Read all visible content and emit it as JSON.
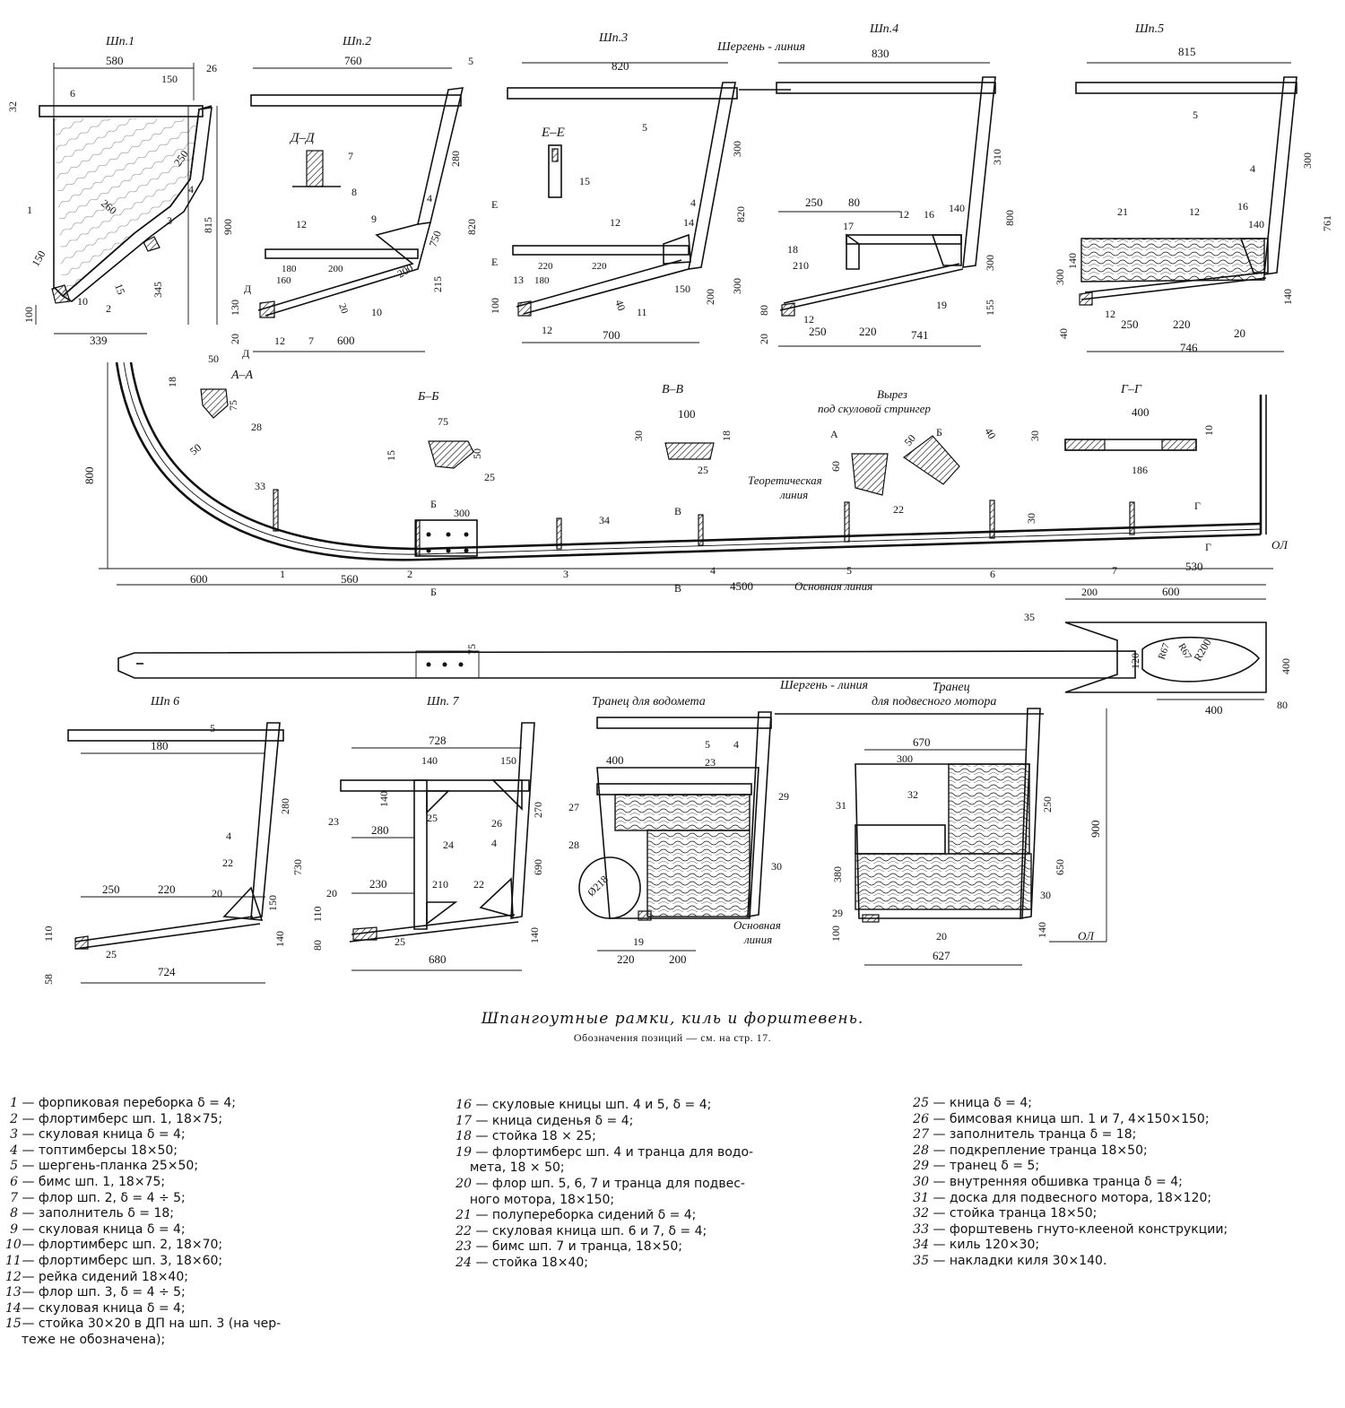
{
  "frames_top": {
    "f1": {
      "title": "Шп.1",
      "dims": [
        "580",
        "150",
        "26",
        "6",
        "32",
        "1",
        "260",
        "250",
        "3",
        "4",
        "815",
        "900",
        "150",
        "10",
        "15",
        "2",
        "345",
        "100",
        "339"
      ]
    },
    "f2": {
      "title": "Шп.2",
      "dims": [
        "760",
        "5",
        "Д–Д",
        "7",
        "8",
        "280",
        "4",
        "820",
        "12",
        "9",
        "750",
        "200",
        "180",
        "160",
        "200",
        "20",
        "10",
        "215",
        "130",
        "20",
        "Д",
        "Д",
        "12",
        "7",
        "600"
      ]
    },
    "f3": {
      "title": "Шп.3",
      "dims": [
        "820",
        "5",
        "Е–Е",
        "15",
        "Е",
        "Е",
        "300",
        "820",
        "4",
        "12",
        "14",
        "220",
        "180",
        "220",
        "13",
        "40",
        "11",
        "150",
        "200",
        "300",
        "100",
        "12",
        "700"
      ]
    },
    "f4": {
      "title": "Шп.4",
      "dims": [
        "830",
        "310",
        "800",
        "250",
        "80",
        "12",
        "16",
        "140",
        "17",
        "18",
        "210",
        "300",
        "155",
        "19",
        "80",
        "20",
        "12",
        "250",
        "220",
        "741"
      ]
    },
    "f5": {
      "title": "Шп.5",
      "dims": [
        "815",
        "5",
        "4",
        "300",
        "761",
        "21",
        "12",
        "16",
        "140",
        "300",
        "140",
        "140",
        "12",
        "250",
        "220",
        "20",
        "40",
        "746"
      ]
    }
  },
  "sherg": "Шергень - линия",
  "keel": {
    "labels": {
      "aa": "А–А",
      "bb": "Б–Б",
      "vv": "В–В",
      "gg": "Г–Г",
      "cut1": "Вырез",
      "cut2": "под скуловой стрингер",
      "theo1": "Теоретическая",
      "theo2": "линия",
      "base": "Основная линия",
      "ol": "ОЛ"
    },
    "dims": [
      "800",
      "50",
      "18",
      "75",
      "28",
      "50",
      "33",
      "600",
      "1",
      "560",
      "2",
      "75",
      "15",
      "50",
      "25",
      "300",
      "Б",
      "Б",
      "34",
      "100",
      "30",
      "18",
      "25",
      "В",
      "В",
      "3",
      "4",
      "4500",
      "5",
      "60",
      "22",
      "А",
      "50",
      "Б",
      "40",
      "30",
      "6",
      "400",
      "30",
      "10",
      "186",
      "Г",
      "Г",
      "7",
      "530"
    ]
  },
  "nakl": {
    "dims": [
      "75",
      "35",
      "200",
      "600",
      "120",
      "R67",
      "R200",
      "R67",
      "400",
      "80",
      "400"
    ]
  },
  "frames_bot": {
    "f6": {
      "title": "Шп 6",
      "dims": [
        "5",
        "180",
        "280",
        "4",
        "730",
        "22",
        "250",
        "220",
        "20",
        "110",
        "25",
        "140",
        "150",
        "58",
        "724"
      ]
    },
    "f7": {
      "title": "Шп. 7",
      "dims": [
        "728",
        "140",
        "150",
        "140",
        "23",
        "25",
        "270",
        "280",
        "24",
        "26",
        "4",
        "690",
        "230",
        "210",
        "22",
        "20",
        "80",
        "110",
        "25",
        "140",
        "680"
      ]
    },
    "trv": {
      "title": "Транец для водомета",
      "dims": [
        "5",
        "4",
        "400",
        "23",
        "29",
        "27",
        "28",
        "Ø218",
        "30",
        "19",
        "220",
        "200",
        "Основная",
        "линия"
      ]
    },
    "trm": {
      "title1": "Транец",
      "title2": "для подвесного мотора",
      "dims": [
        "670",
        "300",
        "32",
        "31",
        "250",
        "900",
        "380",
        "650",
        "29",
        "30",
        "100",
        "20",
        "140",
        "ОЛ",
        "627"
      ]
    }
  },
  "caption": {
    "title": "Шпангоутные рамки, киль и форштевень.",
    "sub": "Обозначения позиций — см. на стр. 17."
  },
  "legend": {
    "col1": [
      {
        "n": "1",
        "t": "— форпиковая переборка δ = 4;"
      },
      {
        "n": "2",
        "t": "— флортимберс шп. 1, 18×75;"
      },
      {
        "n": "3",
        "t": "— скуловая кница δ = 4;"
      },
      {
        "n": "4",
        "t": "— топтимберсы 18×50;"
      },
      {
        "n": "5",
        "t": "— шергень-планка 25×50;"
      },
      {
        "n": "6",
        "t": "— бимс шп. 1, 18×75;"
      },
      {
        "n": "7",
        "t": "— флор шп. 2, δ = 4 ÷ 5;"
      },
      {
        "n": "8",
        "t": "— заполнитель δ = 18;"
      },
      {
        "n": "9",
        "t": "— скуловая кница δ = 4;"
      },
      {
        "n": "10",
        "t": "— флортимберс шп. 2, 18×70;"
      },
      {
        "n": "11",
        "t": "— флортимберс шп. 3, 18×60;"
      },
      {
        "n": "12",
        "t": "— рейка сидений 18×40;"
      },
      {
        "n": "13",
        "t": "— флор шп. 3, δ = 4 ÷ 5;"
      },
      {
        "n": "14",
        "t": "— скуловая кница δ = 4;"
      },
      {
        "n": "15",
        "t": "— стойка 30×20 в ДП на шп. 3 (на чер-\n    теже не обозначена);"
      }
    ],
    "col2": [
      {
        "n": "16",
        "t": "— скуловые кницы шп. 4 и 5, δ = 4;"
      },
      {
        "n": "17",
        "t": "— кница сиденья δ = 4;"
      },
      {
        "n": "18",
        "t": "— стойка 18 × 25;"
      },
      {
        "n": "19",
        "t": "— флортимберс шп. 4 и транца для водо-\n    мета, 18 × 50;"
      },
      {
        "n": "20",
        "t": "— флор шп. 5, 6, 7 и транца для подвес-\n    ного мотора, 18×150;"
      },
      {
        "n": "21",
        "t": "— полупереборка сидений δ = 4;"
      },
      {
        "n": "22",
        "t": "— скуловая кница шп. 6 и 7, δ = 4;"
      },
      {
        "n": "23",
        "t": "— бимс шп. 7 и транца, 18×50;"
      },
      {
        "n": "24",
        "t": "— стойка 18×40;"
      }
    ],
    "col3": [
      {
        "n": "25",
        "t": "— кница δ = 4;"
      },
      {
        "n": "26",
        "t": "— бимсовая кница шп. 1 и 7, 4×150×150;"
      },
      {
        "n": "27",
        "t": "— заполнитель транца δ = 18;"
      },
      {
        "n": "28",
        "t": "— подкрепление транца 18×50;"
      },
      {
        "n": "29",
        "t": "— транец δ = 5;"
      },
      {
        "n": "30",
        "t": "— внутренняя обшивка транца δ = 4;"
      },
      {
        "n": "31",
        "t": "— доска для подвесного мотора, 18×120;"
      },
      {
        "n": "32",
        "t": "— стойка транца 18×50;"
      },
      {
        "n": "33",
        "t": "— форштевень гнуто-клееной конструкции;"
      },
      {
        "n": "34",
        "t": "— киль 120×30;"
      },
      {
        "n": "35",
        "t": "— накладки киля 30×140."
      }
    ]
  }
}
